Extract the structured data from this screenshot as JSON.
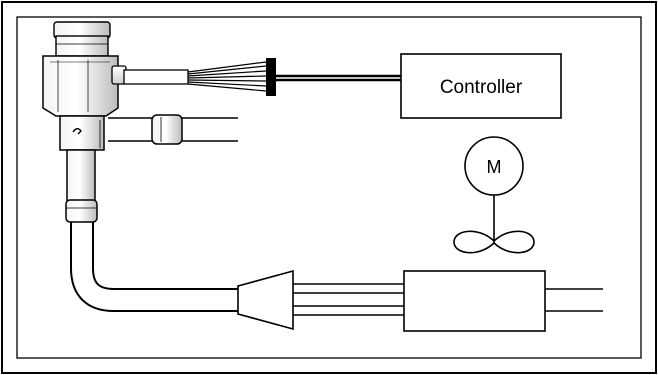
{
  "diagram": {
    "controller": {
      "label": "Controller"
    },
    "motor": {
      "label": "M"
    },
    "components": [
      {
        "name": "expansion-valve",
        "kind": "electronic expansion valve"
      },
      {
        "name": "cable-bundle",
        "kind": "signal wires"
      },
      {
        "name": "controller-box",
        "kind": "controller"
      },
      {
        "name": "fan-motor",
        "kind": "motor"
      },
      {
        "name": "fan-propeller",
        "kind": "fan"
      },
      {
        "name": "distributor",
        "kind": "refrigerant distributor"
      },
      {
        "name": "evaporator-coil",
        "kind": "heat exchanger"
      }
    ],
    "colors": {
      "stroke": "#000000",
      "background": "#ffffff",
      "valve_shade": "#cfcfcf"
    }
  }
}
